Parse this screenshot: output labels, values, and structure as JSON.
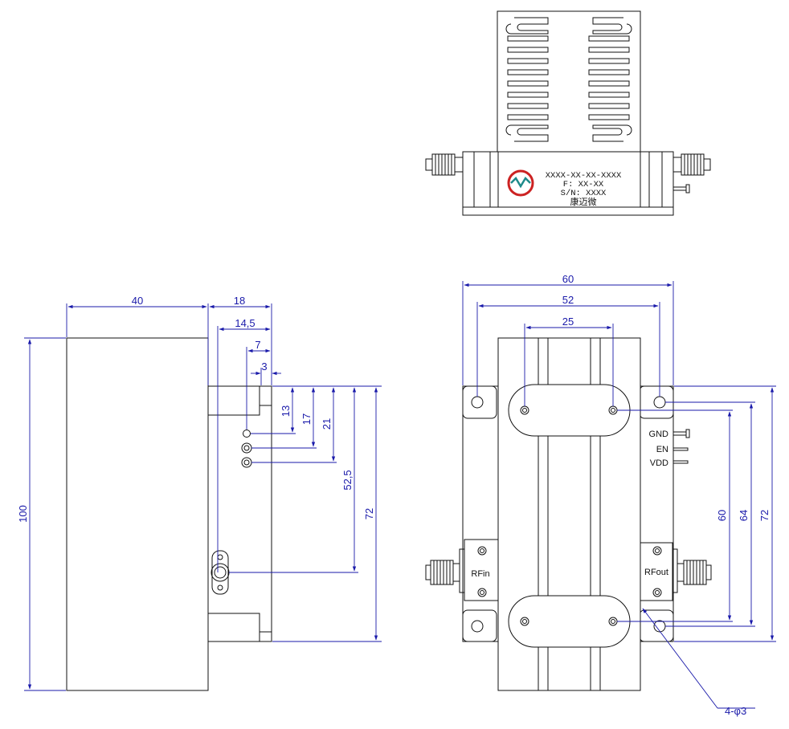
{
  "label_plate": {
    "model": "XXXX-XX-XX-XXXX",
    "freq": "F: XX-XX",
    "serial": "S/N: XXXX",
    "brand": "康迈微"
  },
  "side_view": {
    "dims": {
      "d40": "40",
      "d18": "18",
      "d14_5": "14,5",
      "d7": "7",
      "d3": "3",
      "d13": "13",
      "d17": "17",
      "d21": "21",
      "d52_5": "52,5",
      "d72": "72",
      "d100": "100"
    }
  },
  "front_view": {
    "pins": {
      "gnd": "GND",
      "en": "EN",
      "vdd": "VDD"
    },
    "ports": {
      "rfin": "RFin",
      "rfout": "RFout"
    },
    "dims": {
      "d60w": "60",
      "d52": "52",
      "d25": "25",
      "d60h": "60",
      "d64": "64",
      "d72h": "72",
      "holes": "4-φ3"
    }
  },
  "colors": {
    "dimension": "#1a1aaa",
    "outline": "#111111",
    "logo_red": "#cc2222",
    "logo_teal": "#1e8a8a"
  }
}
